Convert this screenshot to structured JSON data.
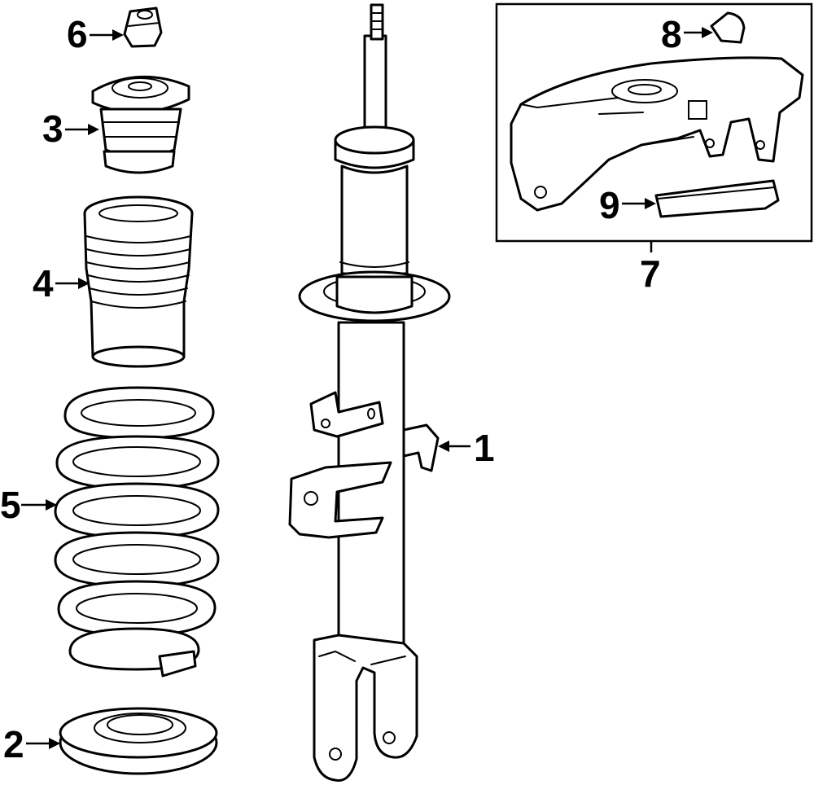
{
  "diagram": {
    "type": "exploded-parts-diagram",
    "subject": "front strut assembly",
    "line_color": "#000000",
    "background": "#ffffff"
  },
  "callouts": {
    "c1": "1",
    "c2": "2",
    "c3": "3",
    "c4": "4",
    "c5": "5",
    "c6": "6",
    "c7": "7",
    "c8": "8",
    "c9": "9"
  }
}
